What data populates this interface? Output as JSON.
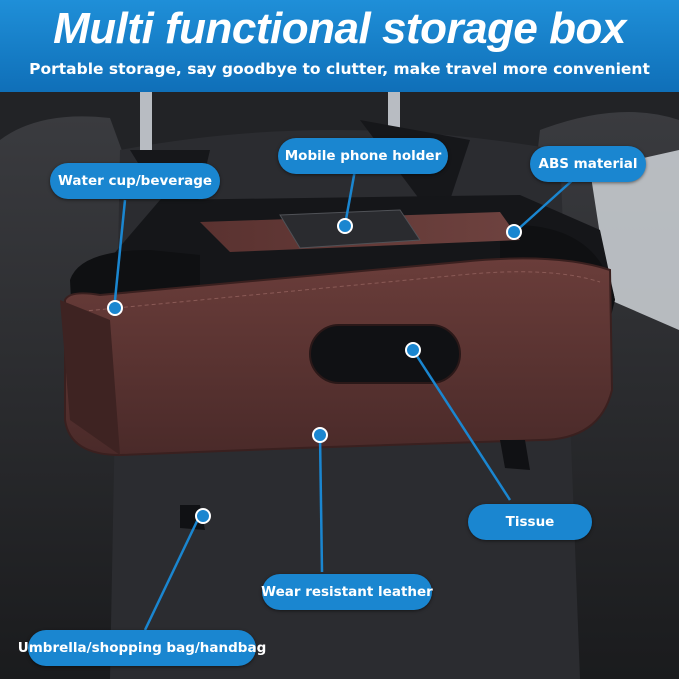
{
  "header": {
    "title": "Multi functional storage box",
    "subtitle": "Portable storage, say goodbye to clutter, make travel more convenient"
  },
  "callouts": {
    "water_cup": "Water cup/beverage",
    "phone_holder": "Mobile phone holder",
    "abs": "ABS material",
    "tissue": "Tissue",
    "leather": "Wear resistant leather",
    "hooks": "Umbrella/shopping bag/handbag"
  },
  "colors": {
    "accent": "#1a86d0",
    "leather": "#5b3432",
    "seat": "#2a2b2e"
  }
}
